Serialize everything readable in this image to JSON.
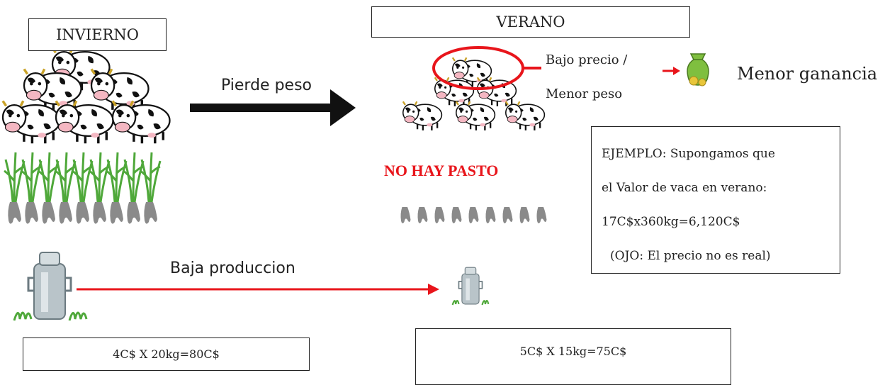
{
  "winter": {
    "title": "INVIERNO",
    "calculation": "4C$ X 20kg=80C$"
  },
  "summer": {
    "title": "VERANO",
    "calculation": "5C$ X 15kg=75C$",
    "no_grass": "NO HAY PASTO"
  },
  "arrows": {
    "weight": "Pierde peso",
    "production": "Baja produccion"
  },
  "callout": {
    "line1": "Bajo precio /",
    "line2": "Menor peso",
    "result": "Menor ganancia"
  },
  "example": {
    "line1": "EJEMPLO: Supongamos que",
    "line2": "el Valor de vaca en verano:",
    "line3": "17C$x360kg=6,120C$",
    "line4": "(OJO: El precio no es real)"
  },
  "colors": {
    "accent_red": "#e8151b",
    "arrow_black": "#111111",
    "grass_green": "#4fa83a",
    "roots_gray": "#8a8a8a"
  },
  "icons": [
    "cow-icon",
    "grass-icon",
    "milk-can-icon",
    "money-bag-icon",
    "arrow-icon"
  ]
}
